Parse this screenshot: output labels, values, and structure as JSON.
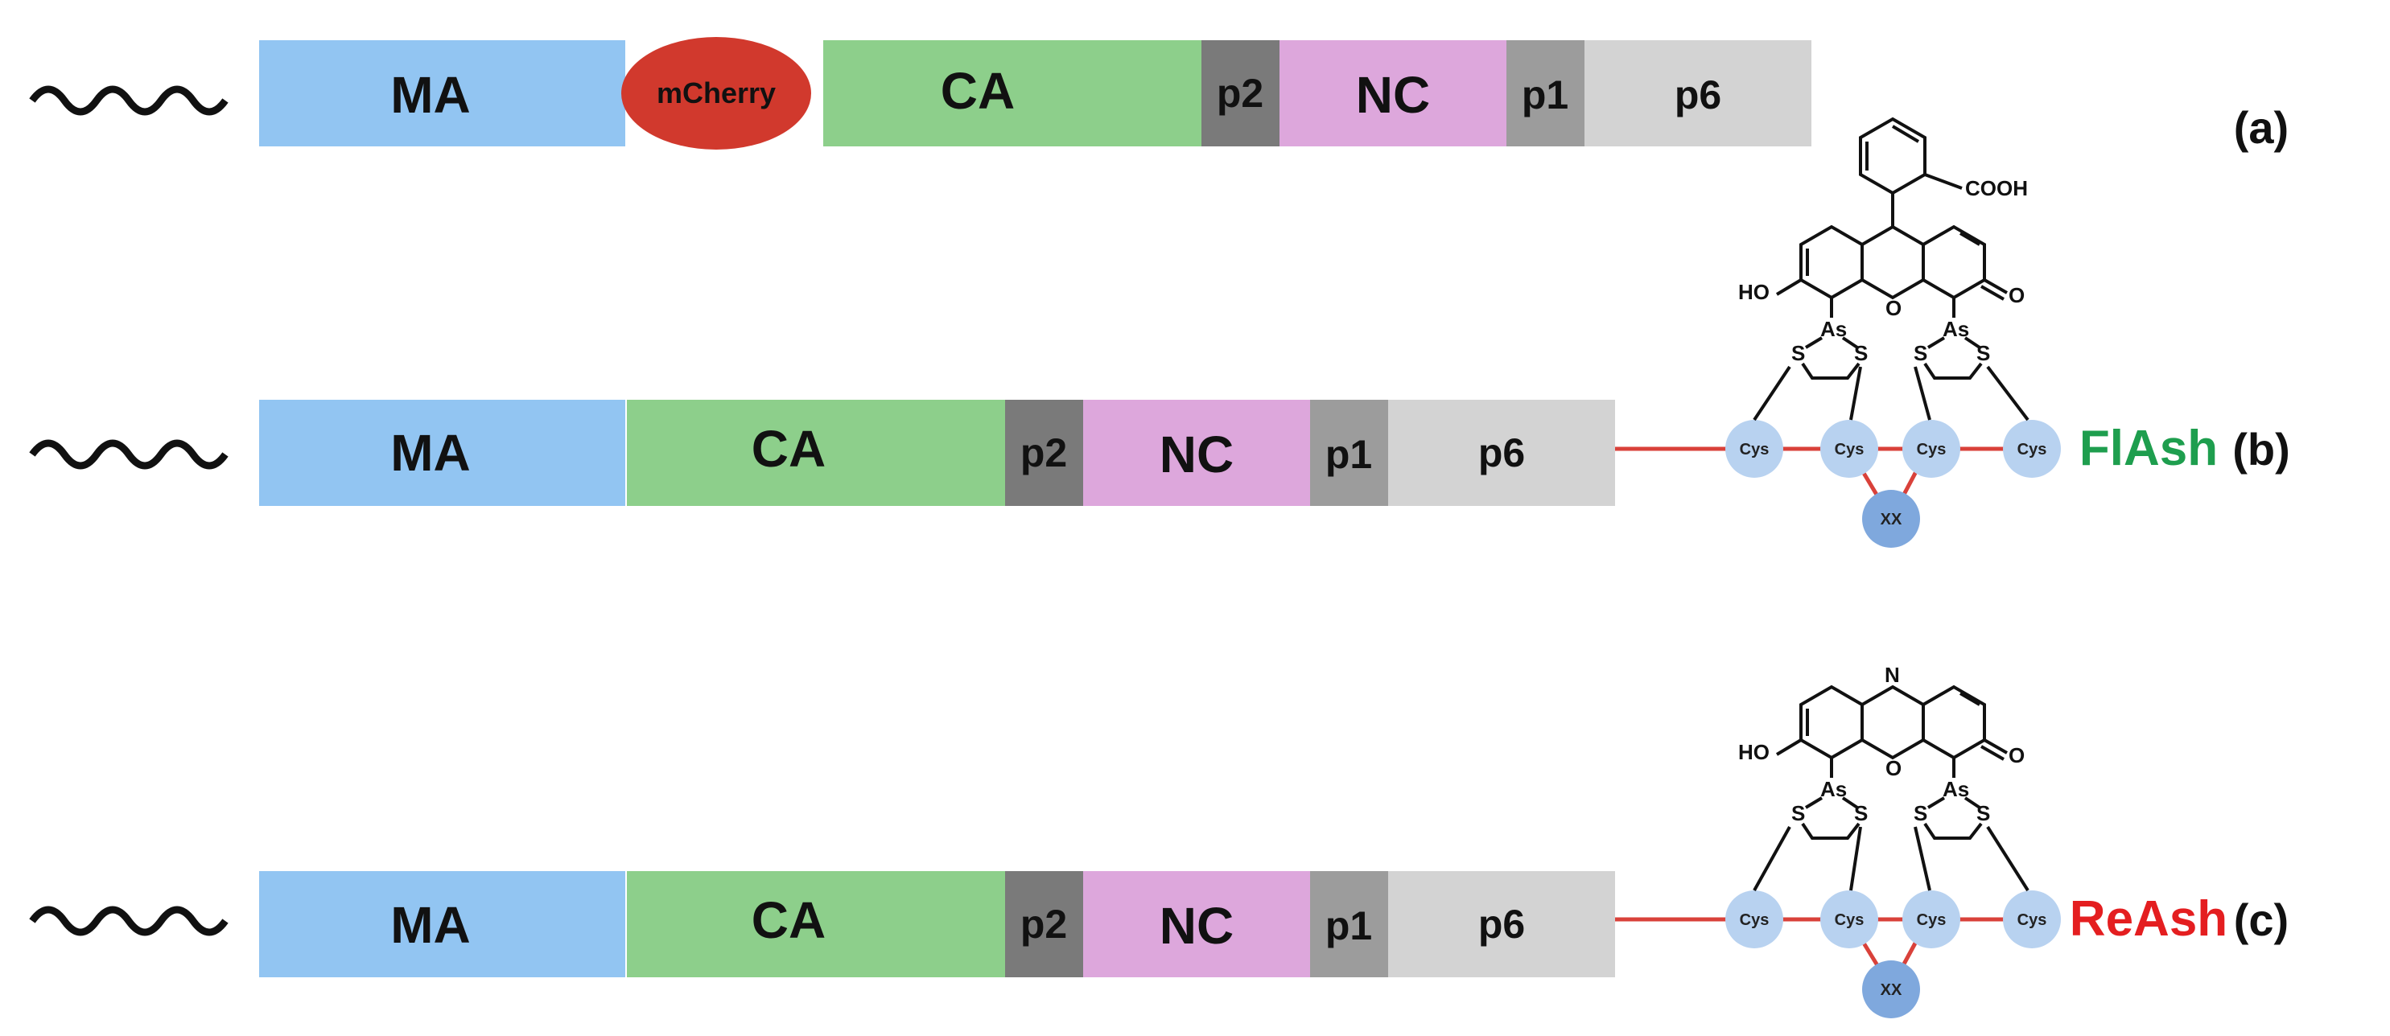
{
  "colors": {
    "MA": "#92C5F2",
    "CA": "#8DCF8B",
    "p2": "#7A7A7A",
    "NC": "#DDA7DC",
    "p1": "#9C9C9C",
    "p6": "#D3D3D3",
    "mCherry": "#D1392D",
    "linker": "#D9413A",
    "cys_bead": "#B8D2F0",
    "xx_bead": "#7FA8DD",
    "flash": "#1E9E4E",
    "reash": "#E41E20"
  },
  "rows": [
    {
      "tag": "(a)",
      "segments": [
        "MA",
        "mCherry",
        "CA",
        "p2",
        "NC",
        "p1",
        "p6"
      ]
    },
    {
      "tag": "(b)",
      "segments": [
        "MA",
        "CA",
        "p2",
        "NC",
        "p1",
        "p6"
      ],
      "dye": "FlAsh",
      "tag_beads": [
        "Cys",
        "Cys",
        "Cys",
        "Cys",
        "XX"
      ],
      "chem_labels": [
        "COOH",
        "HO",
        "O",
        "O",
        "As",
        "As",
        "S",
        "S",
        "S",
        "S"
      ]
    },
    {
      "tag": "(c)",
      "segments": [
        "MA",
        "CA",
        "p2",
        "NC",
        "p1",
        "p6"
      ],
      "dye": "ReAsh",
      "tag_beads": [
        "Cys",
        "Cys",
        "Cys",
        "Cys",
        "XX"
      ],
      "chem_labels": [
        "N",
        "HO",
        "O",
        "O",
        "As",
        "As",
        "S",
        "S",
        "S",
        "S"
      ]
    }
  ]
}
